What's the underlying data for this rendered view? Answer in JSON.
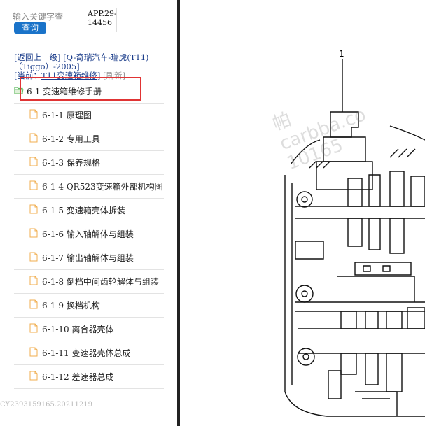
{
  "search": {
    "placeholder": "输入关键字查",
    "button_label": "查询"
  },
  "app_code": {
    "line1": "APP.29-",
    "line2": "14456"
  },
  "breadcrumb": {
    "back_label": "[返回上一级]",
    "path_label": "[Q-奇瑞汽车-瑞虎(T11)（Tiggo）-2005]",
    "current_prefix": "[当前：",
    "current_label": "T11变速箱维修",
    "current_suffix": "]",
    "refresh_label": "[刷新]"
  },
  "tree": {
    "root_label": "6-1 变速箱维修手册",
    "items": [
      "6-1-1 原理图",
      "6-1-2 专用工具",
      "6-1-3 保养规格",
      "6-1-4 QR523变速箱外部机构图",
      "6-1-5 变速箱壳体拆装",
      "6-1-6 输入轴解体与组装",
      "6-1-7 输出轴解体与组装",
      "6-1-8 倒档中间齿轮解体与组装",
      "6-1-9 换档机构",
      "6-1-10 离合器壳体",
      "6-1-11 变速器壳体总成",
      "6-1-12 差速器总成"
    ]
  },
  "footer": {
    "text": "CY2393159165.20211219"
  },
  "diagram": {
    "part_number": "1",
    "watermark_line1": "帕",
    "watermark_line2": "carbba.co",
    "watermark_line3": "10165"
  },
  "colors": {
    "accent": "#1a73c9",
    "highlight": "#e03434",
    "link": "#1a3c8a",
    "folder": "#5cb85c",
    "file": "#f0ad4e"
  }
}
